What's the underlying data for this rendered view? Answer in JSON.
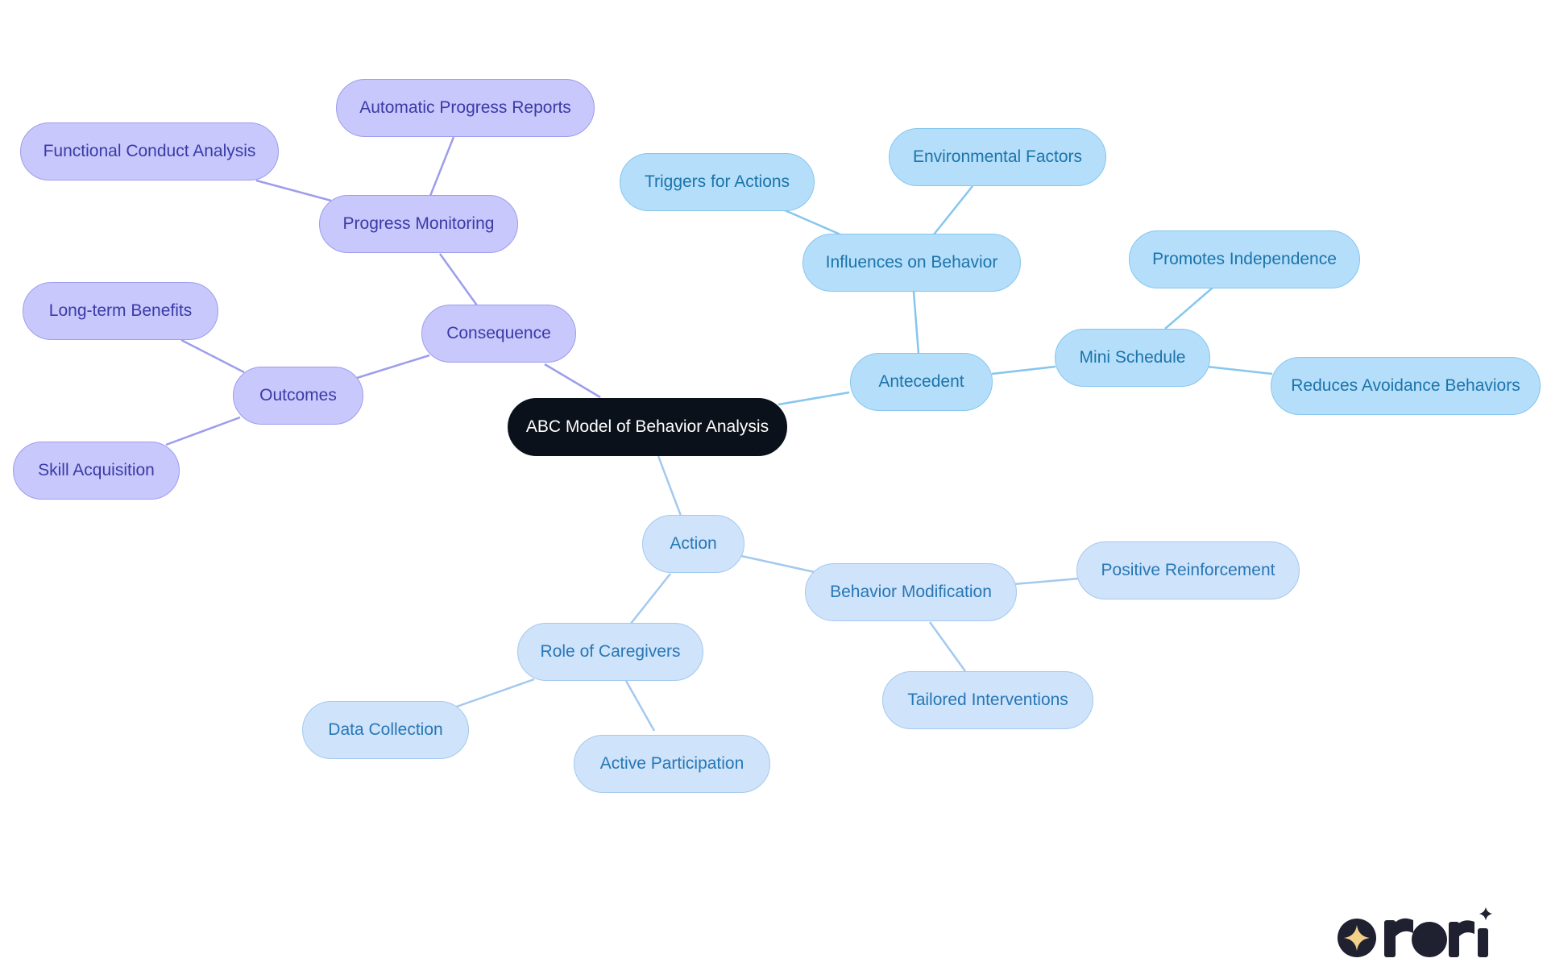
{
  "mindmap": {
    "root": "ABC Model of Behavior Analysis",
    "consequence": {
      "label": "Consequence",
      "progress_monitoring": {
        "label": "Progress Monitoring",
        "children": [
          "Automatic Progress Reports",
          "Functional Conduct Analysis"
        ]
      },
      "outcomes": {
        "label": "Outcomes",
        "children": [
          "Long-term Benefits",
          "Skill Acquisition"
        ]
      }
    },
    "antecedent": {
      "label": "Antecedent",
      "influences": {
        "label": "Influences on Behavior",
        "children": [
          "Triggers for Actions",
          "Environmental Factors"
        ]
      },
      "mini_schedule": {
        "label": "Mini Schedule",
        "children": [
          "Promotes Independence",
          "Reduces Avoidance Behaviors"
        ]
      }
    },
    "action": {
      "label": "Action",
      "behavior_modification": {
        "label": "Behavior Modification",
        "children": [
          "Positive Reinforcement",
          "Tailored Interventions"
        ]
      },
      "role_of_caregivers": {
        "label": "Role of Caregivers",
        "children": [
          "Data Collection",
          "Active Participation"
        ]
      }
    }
  },
  "colors": {
    "root_fill": "#0b111a",
    "consequence_fill": "#c8c8fc",
    "consequence_line": "#9d9ded",
    "antecedent_fill": "#b5defb",
    "antecedent_line": "#86c6ee",
    "action_fill": "#cfe3fa",
    "action_line": "#a4c9ef"
  },
  "brand": {
    "logo_text": "rori",
    "logo_icon": "sparkle-icon"
  }
}
